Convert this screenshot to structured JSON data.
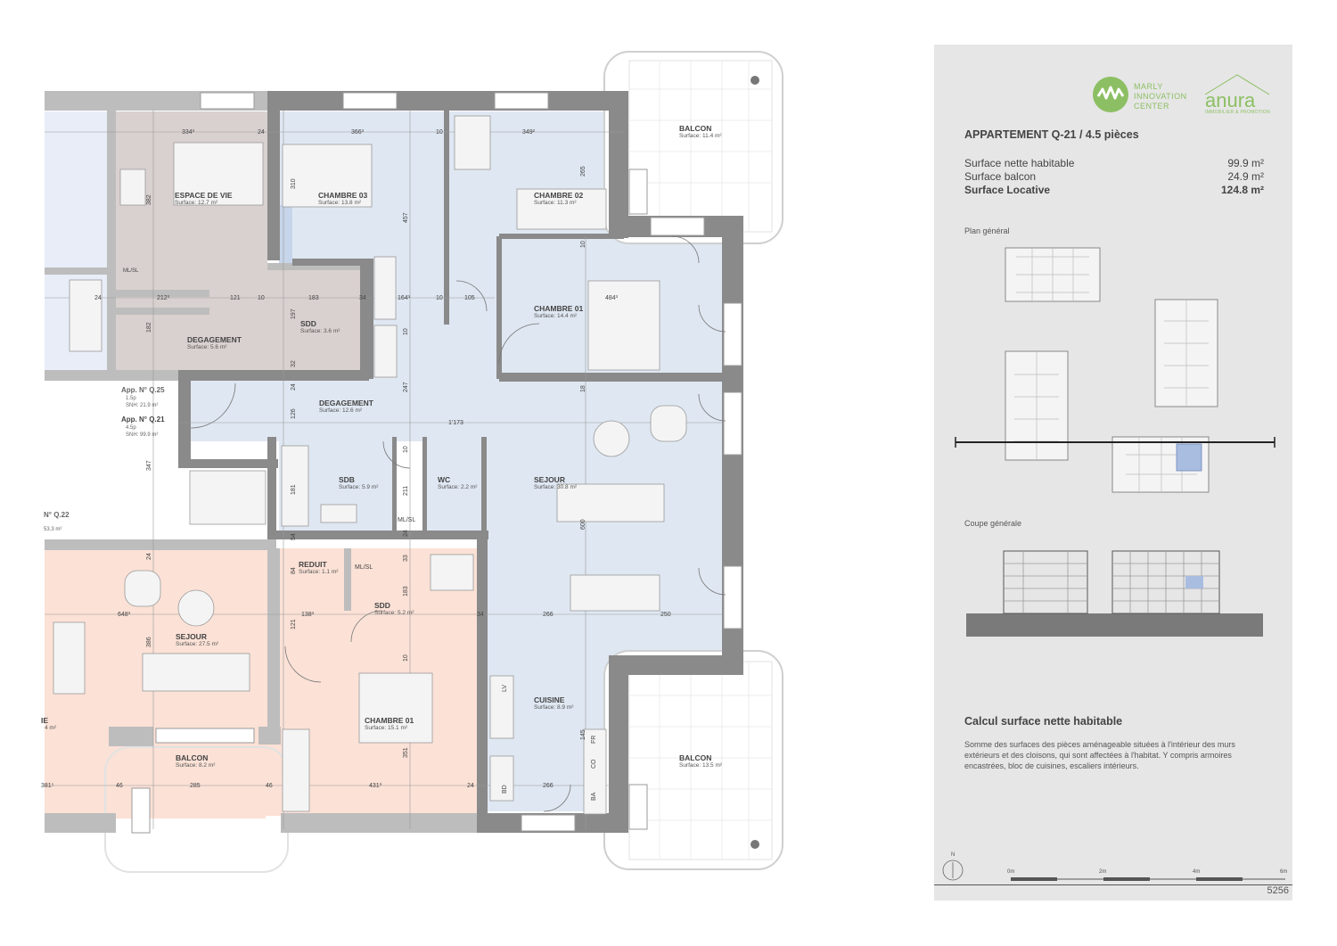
{
  "colors": {
    "wall": "#8a8a8a",
    "apt_blue": "#dfe7f2",
    "apt_blue_dark": "#c6d5ea",
    "grey_room": "#d9d1cf",
    "salmon": "#fbe1d6",
    "pale_blue": "#e8edf8",
    "logo_green": "#8cbf63",
    "panel_bg": "#e6e6e6"
  },
  "rooms": [
    {
      "name": "BALCON",
      "surface": "Surface: 11.4 m²"
    },
    {
      "name": "ESPACE DE VIE",
      "surface": "Surface: 12.7 m²"
    },
    {
      "name": "CHAMBRE 03",
      "surface": "Surface: 13.8 m²"
    },
    {
      "name": "CHAMBRE 02",
      "surface": "Surface: 11.3 m²"
    },
    {
      "name": "CHAMBRE 01",
      "surface": "Surface: 14.4 m²"
    },
    {
      "name": "SDD",
      "surface": "Surface: 3.6 m²"
    },
    {
      "name": "DEGAGEMENT",
      "surface": "Surface: 5.6 m²"
    },
    {
      "name": "DEGAGEMENT",
      "surface": "Surface: 12.6 m²"
    },
    {
      "name": "SDB",
      "surface": "Surface: 5.9 m²"
    },
    {
      "name": "WC",
      "surface": "Surface: 2.2 m²"
    },
    {
      "name": "SEJOUR",
      "surface": "Surface: 30.8 m²"
    },
    {
      "name": "REDUIT",
      "surface": "Surface: 1.1 m²"
    },
    {
      "name": "SDD",
      "surface": "Surface: 5.2 m²"
    },
    {
      "name": "SEJOUR",
      "surface": "Surface: 27.5 m²"
    },
    {
      "name": "CHAMBRE 01",
      "surface": "Surface: 15.1 m²"
    },
    {
      "name": "CUISINE",
      "surface": "Surface: 8.9 m²"
    },
    {
      "name": "BALCON",
      "surface": "Surface: 8.2 m²"
    },
    {
      "name": "BALCON",
      "surface": "Surface: 13.5 m²"
    },
    {
      "name": "IE",
      "surface": "4 m²"
    }
  ],
  "dims": [
    "334³",
    "24",
    "366³",
    "10",
    "349²",
    "310",
    "382",
    "265",
    "457",
    "10",
    "24",
    "212³",
    "121",
    "10",
    "183",
    "34",
    "164³",
    "10",
    "105",
    "484³",
    "197",
    "182",
    "10",
    "32",
    "24",
    "247",
    "18",
    "126",
    "1'173",
    "347",
    "181",
    "211",
    "54",
    "24",
    "600",
    "24",
    "10",
    "84",
    "33",
    "183",
    "648³",
    "138³",
    "121",
    "34",
    "266",
    "250",
    "386",
    "10",
    "145",
    "351",
    "46",
    "285",
    "46",
    "431³",
    "24",
    "266",
    "381⁵"
  ],
  "fixtures": [
    "ML/SL",
    "ML/SL",
    "ML/SL",
    "LV",
    "FR",
    "CO",
    "BA",
    "BD"
  ],
  "app_tags": [
    {
      "title": "App. N° Q.25",
      "line1": "1.5p",
      "line2": "SNH: 21.9 m²"
    },
    {
      "title": "App. N° Q.21",
      "line1": "4.5p",
      "line2": "SNH: 99.9 m²"
    },
    {
      "title": "N° Q.22",
      "line1": "53.3 m²",
      "line2": ""
    }
  ],
  "panel": {
    "logo_marly": [
      "MARLY",
      "INNOVATION",
      "CENTER"
    ],
    "logo_anura": "anura",
    "logo_anura_sub": "IMMOBILIER & PROMOTION",
    "title": "APPARTEMENT Q-21 / 4.5 pièces",
    "rows": [
      {
        "label": "Surface nette habitable",
        "value": "99.9 m²"
      },
      {
        "label": "Surface balcon",
        "value": "24.9 m²"
      },
      {
        "label": "Surface Locative",
        "value": "124.8 m²"
      }
    ],
    "plan_general": "Plan général",
    "coupe_generale": "Coupe générale",
    "calc_title": "Calcul surface nette habitable",
    "calc_text": "Somme des surfaces des pièces aménageable situées à l'intérieur des murs extérieurs et des cloisons, qui sont affectées à l'habitat. Y compris armoires encastrées, bloc de cuisines, escaliers intérieurs.",
    "scale": [
      "0m",
      "2m",
      "4m",
      "6m"
    ],
    "north": "N",
    "page_number": "5256"
  }
}
